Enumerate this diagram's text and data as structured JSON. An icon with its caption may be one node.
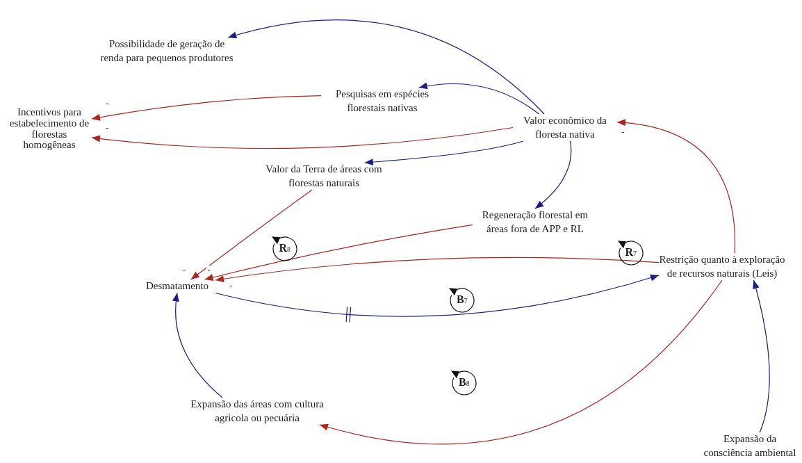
{
  "diagram": {
    "nodes": [
      {
        "text": [
          "Possibilidade de geração de renda para pequenos produtores"
        ]
      },
      {
        "text": [
          "Pesquisas em espécies florestais nativas"
        ]
      },
      {
        "text": [
          "Incentivos para estabelecimento de florestas homogêneas"
        ]
      },
      {
        "text": [
          "Valor econômico da floresta nativa"
        ]
      },
      {
        "text": [
          "Valor da Terra de áreas com florestas naturais"
        ]
      },
      {
        "text": [
          "Regeneração florestal em áreas fora de APP e RL"
        ]
      },
      {
        "text": [
          "Restrição quanto à exploração de recursos naturais (Leis)"
        ]
      },
      {
        "text": [
          "Desmatamento"
        ]
      },
      {
        "text": [
          "Expansão das áreas com cultura agricola ou pecuária"
        ]
      },
      {
        "text": [
          "Expansão da consciência ambiental"
        ]
      }
    ],
    "edges": [
      {
        "from": 3,
        "to": 0,
        "arrow": "to"
      },
      {
        "from": 3,
        "to": 1,
        "arrow": "to"
      },
      {
        "from": 1,
        "to": 2,
        "arrow": "to",
        "label": "-",
        "color": "#b0241c"
      },
      {
        "from": 3,
        "to": 2,
        "arrow": "to",
        "label": "-",
        "color": "#b0241c"
      },
      {
        "from": 3,
        "to": 4,
        "arrow": "to"
      },
      {
        "from": 3,
        "to": 5,
        "arrow": "to"
      },
      {
        "from": 6,
        "to": 3,
        "arrow": "to",
        "label": "-",
        "color": "#b0241c"
      },
      {
        "from": 4,
        "to": 7,
        "arrow": "to",
        "label": "-",
        "color": "#b0241c"
      },
      {
        "from": 5,
        "to": 7,
        "arrow": "to",
        "label": "-",
        "color": "#b0241c"
      },
      {
        "from": 6,
        "to": 7,
        "arrow": "to",
        "label": "-",
        "color": "#b0241c"
      },
      {
        "from": 7,
        "to": 6,
        "arrow": "to"
      },
      {
        "from": 8,
        "to": 7,
        "arrow": "to"
      },
      {
        "from": 6,
        "to": 8,
        "arrow": "to",
        "color": "#b0241c"
      },
      {
        "from": 9,
        "to": 6,
        "arrow": "to"
      }
    ],
    "labels": [
      "R$_{8}$",
      "R$_{7}$",
      "B$_{7}$",
      "B$_{8}$"
    ]
  }
}
